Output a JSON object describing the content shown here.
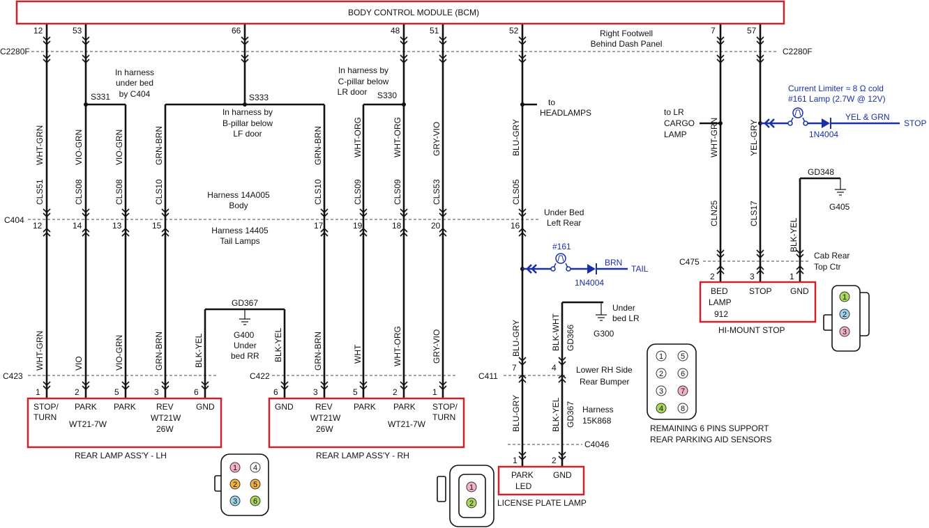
{
  "bcm": {
    "title": "BODY CONTROL MODULE   (BCM)"
  },
  "connectors": {
    "c2280f": "C2280F",
    "c404": "C404",
    "c423": "C423",
    "c422": "C422",
    "c411": "C411",
    "c4046": "C4046",
    "c475": "C475"
  },
  "bcm_pins": [
    "12",
    "53",
    "66",
    "48",
    "51",
    "52",
    "7",
    "57"
  ],
  "c404_pins": [
    "12",
    "14",
    "13",
    "15",
    "17",
    "19",
    "18",
    "20",
    "16"
  ],
  "wires": {
    "upper_colors": [
      "WHT-GRN",
      "VIO-GRN",
      "VIO-GRN",
      "GRN-BRN",
      "GRN-BRN",
      "WHT-ORG",
      "WHT-ORG",
      "GRY-VIO",
      "BLU-GRY",
      "WHT-GRN",
      "YEL-GRY",
      "BLK-YEL"
    ],
    "circuits": [
      "CLS51",
      "CLS08",
      "CLS08",
      "CLS10",
      "CLS10",
      "CLS09",
      "CLS09",
      "CLS53",
      "CLS05",
      "CLN25",
      "CLS17"
    ],
    "lower_colors": [
      "WHT-GRN",
      "VIO",
      "VIO-GRN",
      "GRN-BRN",
      "BLK-YEL",
      "BLK-YEL",
      "GRN-BRN",
      "WHT",
      "WHT-ORG",
      "GRY-VIO",
      "BLU-GRY",
      "BLK-WHT",
      "GD366",
      "BLU-GRY",
      "BLK-YEL",
      "GD367"
    ]
  },
  "splices": {
    "s331": "S331",
    "s333": "S333",
    "s330": "S330"
  },
  "notes": {
    "footwell": [
      "Right Footwell",
      "Behind Dash Panel"
    ],
    "under_bed_c404": [
      "In harness",
      "under bed",
      "by C404"
    ],
    "b_pillar": [
      "In harness by",
      "B-pillar below",
      "LF door"
    ],
    "c_pillar": [
      "In harness by",
      "C-pillar below",
      "LR door"
    ],
    "harness_body": [
      "Harness 14A005",
      "Body"
    ],
    "harness_tail": [
      "Harness 14405",
      "Tail Lamps"
    ],
    "headlamps": [
      "to",
      "HEADLAMPS"
    ],
    "under_bed_lr": [
      "Under Bed",
      "Left Rear"
    ],
    "cargo": [
      "to LR",
      "CARGO",
      "LAMP"
    ],
    "cab_rear": [
      "Cab Rear",
      "Top Ctr"
    ],
    "lower_rh": [
      "Lower RH Side",
      "Rear Bumper"
    ],
    "harness_15k": [
      "Harness",
      "15K868"
    ],
    "remaining": [
      "REMAINING 6 PINS SUPPORT",
      "REAR PARKING AID SENSORS"
    ]
  },
  "grounds": {
    "gd367": "GD367",
    "g400": [
      "G400",
      "Under",
      "bed RR"
    ],
    "gd348": "GD348",
    "g405": "G405",
    "gd366_note": [
      "Under",
      "bed LR"
    ],
    "g300": "G300"
  },
  "current_limiter": {
    "line1": "Current Limiter  ≈ 8 Ω cold",
    "line2": "#161 Lamp (2.7W @ 12V)",
    "wire": "YEL & GRN",
    "target": "STOP",
    "diode": "1N4004"
  },
  "tail_circuit": {
    "lamp": "#161",
    "wire": "BRN",
    "target": "TAIL",
    "diode": "1N4004"
  },
  "lh_lamp": {
    "title": "REAR LAMP ASS'Y - LH",
    "pins": [
      "1",
      "2",
      "5",
      "3",
      "6"
    ],
    "labels": [
      "STOP/",
      "TURN",
      "PARK",
      "PARK",
      "REV",
      "GND"
    ],
    "bulbs": [
      "WT21-7W",
      "WT21W",
      "26W"
    ]
  },
  "rh_lamp": {
    "title": "REAR LAMP ASS'Y - RH",
    "pins": [
      "6",
      "3",
      "5",
      "2",
      "1"
    ],
    "labels": [
      "GND",
      "REV",
      "PARK",
      "PARK",
      "STOP/",
      "TURN"
    ],
    "bulbs": [
      "WT21W",
      "26W",
      "WT21-7W"
    ]
  },
  "license_lamp": {
    "title": "LICENSE PLATE LAMP",
    "pins": [
      "1",
      "2"
    ],
    "labels": [
      "PARK",
      "LED",
      "GND"
    ]
  },
  "c411_pins": [
    "7",
    "4"
  ],
  "c4046_pins": [
    "1",
    "2"
  ],
  "hi_mount": {
    "title": "HI-MOUNT   STOP",
    "pins": [
      "2",
      "3",
      "1"
    ],
    "labels": [
      "BED",
      "LAMP",
      "912",
      "STOP",
      "GND"
    ]
  },
  "connector_faces": {
    "six_pin": [
      "1",
      "4",
      "2",
      "5",
      "3",
      "6"
    ],
    "two_pin": [
      "1",
      "2"
    ],
    "eight_pin": [
      "1",
      "5",
      "2",
      "6",
      "3",
      "7",
      "4",
      "8"
    ],
    "three_pin": [
      "1",
      "2",
      "3"
    ]
  },
  "colors": {
    "box_red": "#d0202a",
    "wire_blue": "#1a2fa8",
    "pin_pink": "#f3b3c6",
    "pin_orange": "#f2b33a",
    "pin_cyan": "#9ed3ea",
    "pin_green": "#a9d85a"
  }
}
